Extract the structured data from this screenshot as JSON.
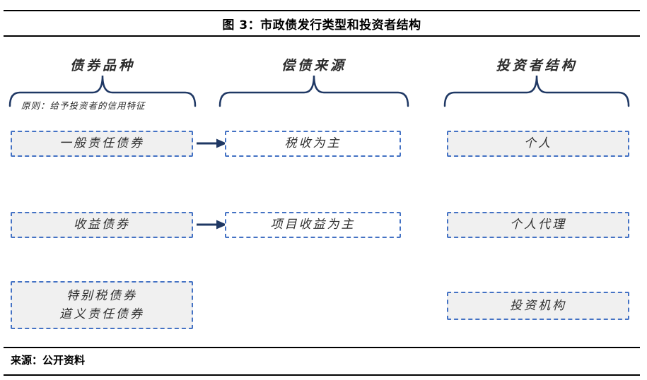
{
  "header": {
    "title": "图 3：市政债发行类型和投资者结构"
  },
  "columns": {
    "bond_type": {
      "label": "债券品种",
      "note": "原则：给予投资者的信用特征"
    },
    "repayment_source": {
      "label": "偿债来源"
    },
    "investor_structure": {
      "label": "投资者结构"
    }
  },
  "boxes": {
    "general_obligation": "一般责任债券",
    "tax_revenue": "税收为主",
    "individual": "个人",
    "revenue_bond": "收益债券",
    "project_revenue": "项目收益为主",
    "individual_agent": "个人代理",
    "special_tax_line1": "特别税债券",
    "special_tax_line2": "道义责任债券",
    "investment_institution": "投资机构"
  },
  "footer": {
    "source": "来源：公开资料"
  },
  "colors": {
    "rule_black": "#000000",
    "dashed_border_blue": "#4472C4",
    "brace_navy": "#1F3864",
    "arrow_navy": "#1F3864",
    "box_fill_gray": "#F0F0F0",
    "box_fill_white": "#FFFFFF",
    "text_dark": "#303030"
  }
}
